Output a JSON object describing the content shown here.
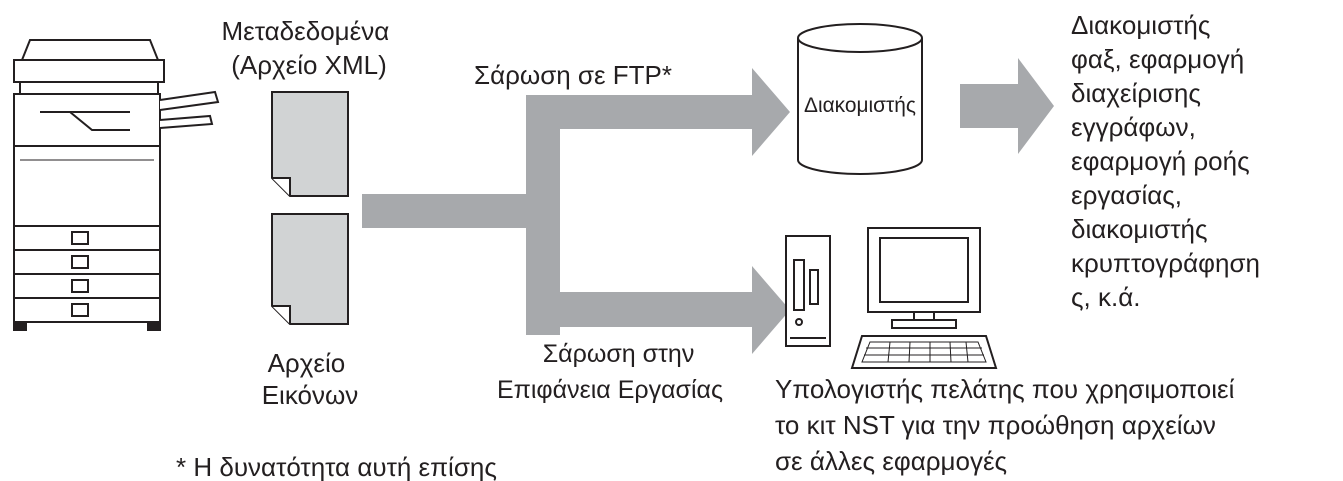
{
  "metadata_label": [
    "Μεταδεδομένα",
    "(Αρχείο XML)"
  ],
  "image_file_label": [
    "Αρχείο",
    "Εικόνων"
  ],
  "scan_to_ftp_label": "Σάρωση σε FTP*",
  "scan_to_desktop_label": [
    "Σάρωση στην",
    "Επιφάνεια Εργασίας"
  ],
  "server_label": "Διακομιστής",
  "destinations_label": [
    "Διακομιστής",
    "φαξ, εφαρμογή",
    "διαχείρισης",
    "εγγράφων,",
    "εφαρμογή ροής",
    "εργασίας,",
    "διακομιστής",
    "κρυπτογράφηση",
    "ς, κ.ά."
  ],
  "client_pc_label": [
    "Υπολογιστής πελάτης που χρησιμοποιεί",
    "το κιτ NST για την προώθηση αρχείων",
    "σε άλλες εφαρμογές"
  ],
  "footnote": "*  Η δυνατότητα αυτή επίσης",
  "colors": {
    "arrow": "#a7a9ac",
    "document": "#d1d3d4",
    "outline": "#231f20"
  }
}
